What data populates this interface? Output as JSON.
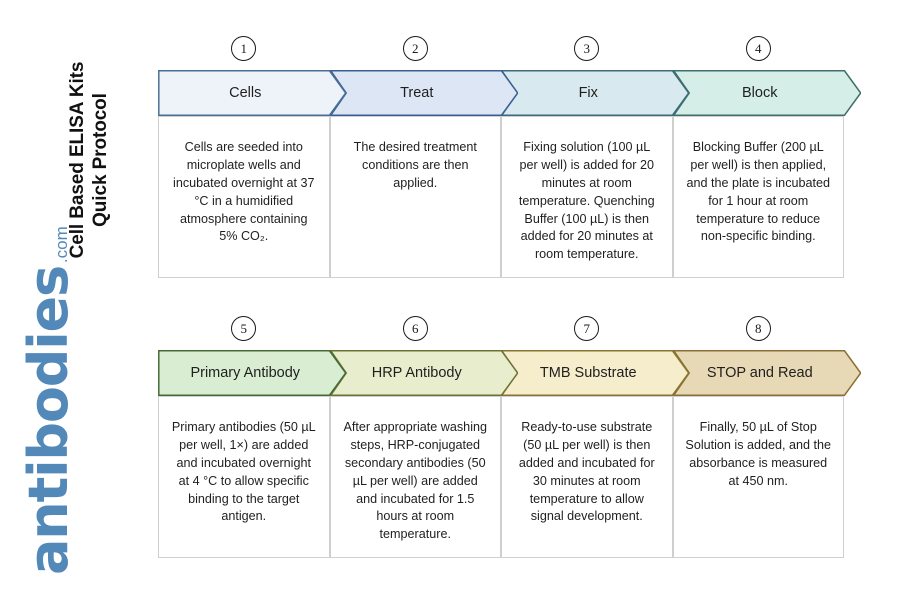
{
  "title": {
    "line1": "Cell Based ELISA Kits",
    "line2": "Quick Protocol"
  },
  "logo": {
    "word": "antibodies",
    "tld": ".com",
    "color": "#5389b9"
  },
  "diagram": {
    "type": "process-flow-chevron",
    "rows": 2,
    "steps_per_row": 4,
    "total_steps": 8
  },
  "steps": [
    {
      "number": "1",
      "label": "Cells",
      "description": "Cells are seeded into microplate wells and incubated overnight at 37 °C in a humidified atmosphere containing 5% CO₂.",
      "fill": "#eef3f9",
      "stroke": "#4a6f96"
    },
    {
      "number": "2",
      "label": "Treat",
      "description": "The desired treatment conditions are then applied.",
      "fill": "#dde6f5",
      "stroke": "#3a5f93"
    },
    {
      "number": "3",
      "label": "Fix",
      "description": "Fixing solution (100 µL per well) is added for 20 minutes at room temperature. Quenching Buffer (100 µL) is then added for 20 minutes at room temperature.",
      "fill": "#d8e9ef",
      "stroke": "#3d6b79"
    },
    {
      "number": "4",
      "label": "Block",
      "description": "Blocking Buffer (200 µL per well) is then applied, and the plate is incubated for 1 hour at room temperature to reduce non-specific binding.",
      "fill": "#d5eee7",
      "stroke": "#3f6f68"
    },
    {
      "number": "5",
      "label": "Primary Antibody",
      "description": "Primary antibodies (50 µL per well, 1×) are added and incubated overnight at 4 °C to allow specific binding to the target antigen.",
      "fill": "#d9edd2",
      "stroke": "#456b35"
    },
    {
      "number": "6",
      "label": "HRP Antibody",
      "description": "After appropriate washing steps, HRP-conjugated secondary antibodies (50 µL per well) are added and incubated for 1.5 hours at room temperature.",
      "fill": "#e8eecd",
      "stroke": "#6b7234"
    },
    {
      "number": "7",
      "label": "TMB Substrate",
      "description": "Ready-to-use substrate (50 µL per well) is then added and incubated for 30 minutes at room temperature to allow signal development.",
      "fill": "#f5edcc",
      "stroke": "#8a7530"
    },
    {
      "number": "8",
      "label": "STOP and Read",
      "description": "Finally, 50 µL of Stop Solution is added, and the absorbance is measured at 450 nm.",
      "fill": "#e7d9b5",
      "stroke": "#8a7032"
    }
  ]
}
